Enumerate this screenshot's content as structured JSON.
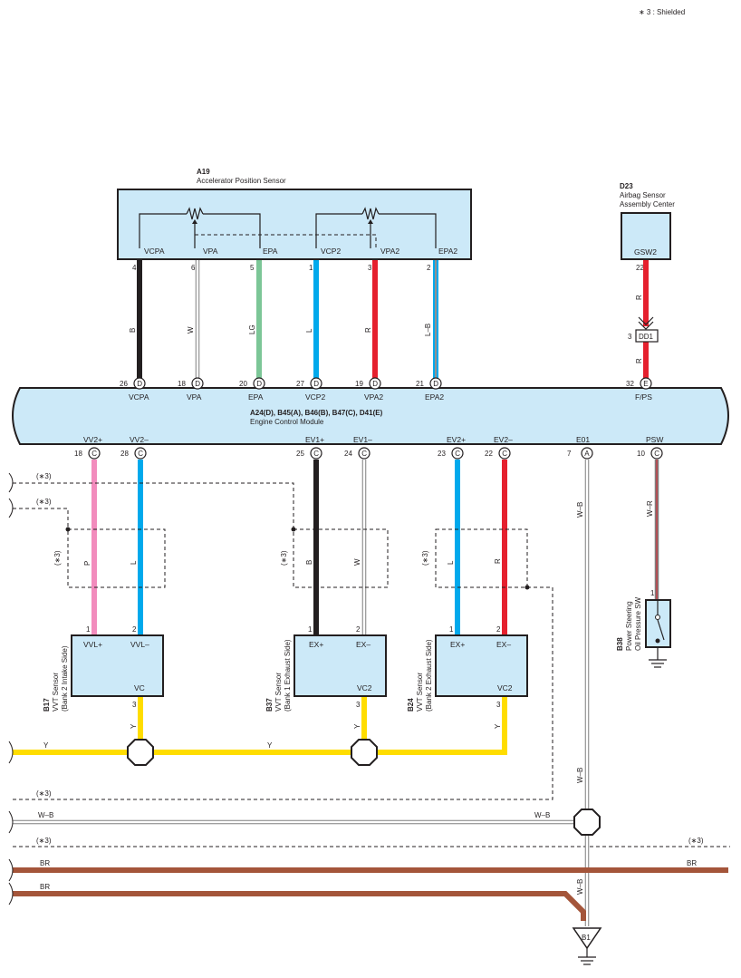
{
  "note": "∗ 3 : Shielded",
  "sensor": {
    "code": "A19",
    "name": "Accelerator Position Sensor",
    "pins": [
      "VCPA",
      "VPA",
      "EPA",
      "VCP2",
      "VPA2",
      "EPA2"
    ],
    "pin_nums": [
      "4",
      "6",
      "5",
      "1",
      "3",
      "2"
    ]
  },
  "airbag": {
    "code": "D23",
    "name1": "Airbag Sensor",
    "name2": "Assembly Center",
    "pin": "GSW2",
    "pin_num": "22"
  },
  "connector_dd1": {
    "label": "DD1",
    "pin": "3"
  },
  "ecm": {
    "codes": "A24(D), B45(A), B46(B), B47(C), D41(E)",
    "name": "Engine Control Module",
    "top_pins": [
      {
        "num": "26",
        "conn": "D",
        "name": "VCPA"
      },
      {
        "num": "18",
        "conn": "D",
        "name": "VPA"
      },
      {
        "num": "20",
        "conn": "D",
        "name": "EPA"
      },
      {
        "num": "27",
        "conn": "D",
        "name": "VCP2"
      },
      {
        "num": "19",
        "conn": "D",
        "name": "VPA2"
      },
      {
        "num": "21",
        "conn": "D",
        "name": "EPA2"
      },
      {
        "num": "32",
        "conn": "E",
        "name": "F/PS"
      }
    ],
    "bottom_pins": [
      {
        "num": "18",
        "conn": "C",
        "name": "VV2+"
      },
      {
        "num": "28",
        "conn": "C",
        "name": "VV2–"
      },
      {
        "num": "25",
        "conn": "C",
        "name": "EV1+"
      },
      {
        "num": "24",
        "conn": "C",
        "name": "EV1–"
      },
      {
        "num": "23",
        "conn": "C",
        "name": "EV2+"
      },
      {
        "num": "22",
        "conn": "C",
        "name": "EV2–"
      },
      {
        "num": "7",
        "conn": "A",
        "name": "E01"
      },
      {
        "num": "10",
        "conn": "C",
        "name": "PSW"
      }
    ]
  },
  "wire_colors": {
    "top": [
      "B",
      "W",
      "LG",
      "L",
      "R",
      "L–B"
    ],
    "airbag": [
      "R",
      "R"
    ],
    "bottom": [
      "P",
      "L",
      "B",
      "W",
      "L",
      "R"
    ],
    "e01": "W–B",
    "psw": "W–R",
    "y": [
      "Y",
      "Y",
      "Y",
      "Y",
      "Y"
    ],
    "wb_h": [
      "W–B",
      "W–B"
    ],
    "wb_v": [
      "W–B",
      "W–B"
    ],
    "br": [
      "BR",
      "BR",
      "BR"
    ]
  },
  "shield": "(∗3)",
  "vvt": [
    {
      "code": "B17",
      "name": "VVT Sensor",
      "sub": "(Bank 2 Intake Side)",
      "p1": "VVL+",
      "p2": "VVL–",
      "p3": "VC",
      "n1": "1",
      "n2": "2",
      "n3": "3"
    },
    {
      "code": "B37",
      "name": "VVT Sensor",
      "sub": "(Bank 1 Exhaust Side)",
      "p1": "EX+",
      "p2": "EX–",
      "p3": "VC2",
      "n1": "1",
      "n2": "2",
      "n3": "3"
    },
    {
      "code": "B24",
      "name": "VVT Sensor",
      "sub": "(Bank 2 Exhaust Side)",
      "p1": "EX+",
      "p2": "EX–",
      "p3": "VC2",
      "n1": "1",
      "n2": "2",
      "n3": "3"
    }
  ],
  "psw_switch": {
    "code": "B38",
    "name1": "Power Steering",
    "name2": "Oil Pressure SW",
    "pin": "1"
  },
  "ground": {
    "label": "B1"
  },
  "colors": {
    "component_fill": "#cce9f8",
    "black": "#231f20",
    "pink": "#f28cbd",
    "blue": "#00a9ec",
    "red": "#e5202e",
    "green": "#7cc697",
    "yellow": "#ffdd00",
    "brown": "#a4553a"
  }
}
